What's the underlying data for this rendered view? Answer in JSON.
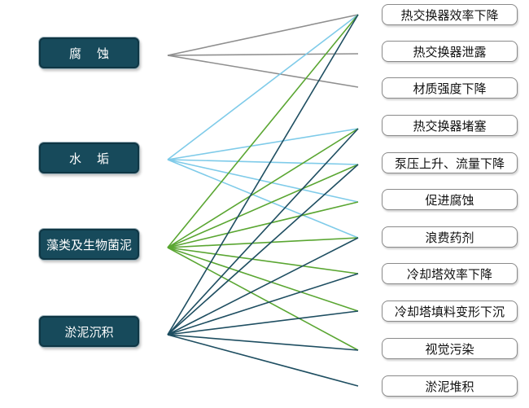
{
  "causes": [
    {
      "label": "腐    蚀"
    },
    {
      "label": "水    垢"
    },
    {
      "label": "藻类及生物菌泥"
    },
    {
      "label": "淤泥沉积"
    }
  ],
  "effects": [
    {
      "label": "热交换器效率下降"
    },
    {
      "label": "热交换器泄露"
    },
    {
      "label": "材质强度下降"
    },
    {
      "label": "热交换器堵塞"
    },
    {
      "label": "泵压上升、流量下降"
    },
    {
      "label": "促进腐蚀"
    },
    {
      "label": "浪费药剂"
    },
    {
      "label": "冷却塔效率下降"
    },
    {
      "label": "冷却塔填料变形下沉"
    },
    {
      "label": "视觉污染"
    },
    {
      "label": "淤泥堆积"
    }
  ],
  "links": [
    {
      "from": 0,
      "to": [
        0,
        1,
        2
      ],
      "color": "#8f8f8f"
    },
    {
      "from": 1,
      "to": [
        0,
        3,
        4,
        5,
        6
      ],
      "color": "#7fcbe9"
    },
    {
      "from": 2,
      "to": [
        0,
        3,
        4,
        5,
        6,
        7,
        8,
        9
      ],
      "color": "#5aa632"
    },
    {
      "from": 3,
      "to": [
        0,
        3,
        4,
        6,
        7,
        8,
        9,
        10
      ],
      "color": "#1e4e61"
    }
  ]
}
